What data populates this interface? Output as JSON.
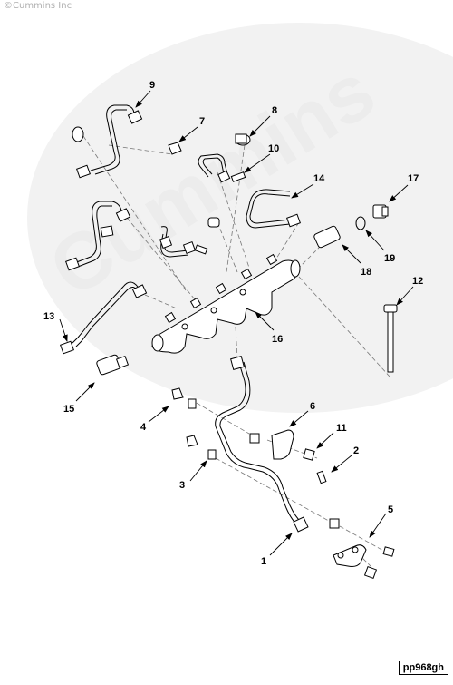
{
  "copyright": "©Cummins Inc",
  "watermark": "Cummins",
  "figure_id": "pp968gh",
  "callouts": [
    "1",
    "2",
    "3",
    "4",
    "5",
    "6",
    "7",
    "8",
    "9",
    "10",
    "11",
    "12",
    "13",
    "14",
    "15",
    "16",
    "17",
    "18",
    "19"
  ]
}
